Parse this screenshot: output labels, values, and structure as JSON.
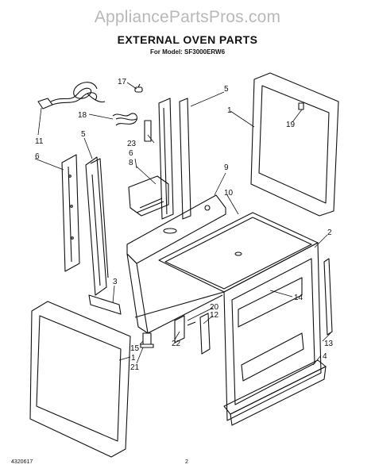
{
  "watermark": "AppliancePartsPros.com",
  "title": "EXTERNAL OVEN PARTS",
  "subtitle": "For Model: SF3000ERW6",
  "footer": {
    "code": "4320617",
    "page": "2"
  },
  "callouts": [
    "17",
    "5",
    "1",
    "18",
    "19",
    "11",
    "6",
    "5",
    "23",
    "6",
    "8",
    "9",
    "10",
    "2",
    "3",
    "14",
    "20",
    "12",
    "22",
    "15",
    "1",
    "21",
    "13",
    "4"
  ],
  "colors": {
    "line": "#111111",
    "watermark": "#b8b8b8"
  }
}
